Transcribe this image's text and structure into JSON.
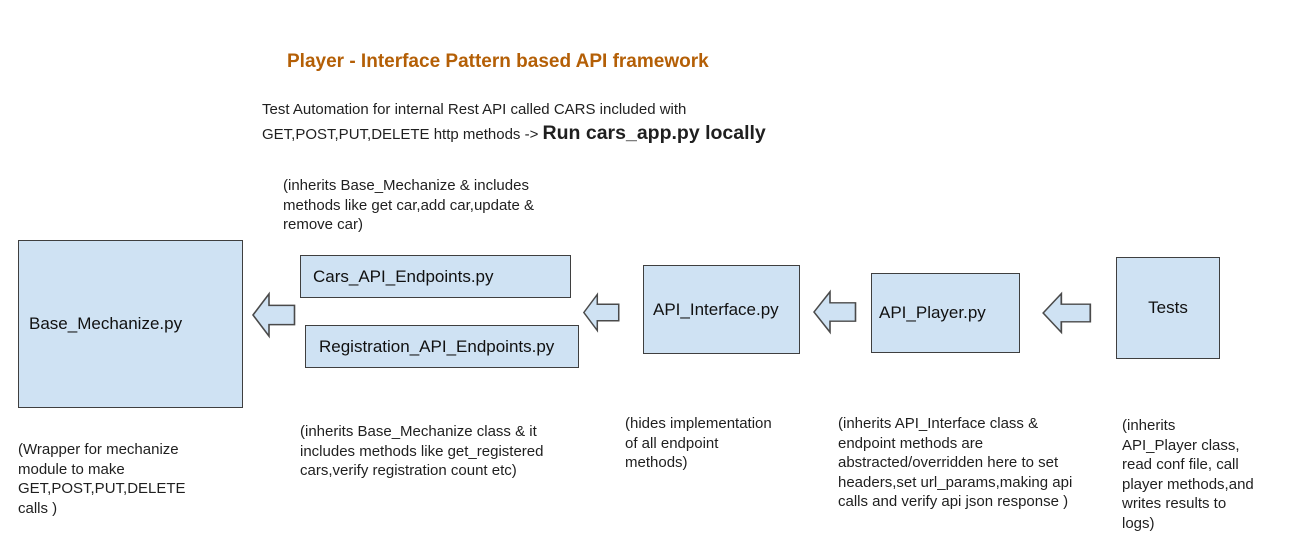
{
  "title": "Player - Interface Pattern based API framework",
  "subtitle": {
    "line1": "Test Automation for internal Rest API called CARS included with",
    "line2_prefix": "GET,POST,PUT,DELETE http methods -> ",
    "line2_bold": "Run cars_app.py locally"
  },
  "colors": {
    "title_text": "#b45f06",
    "box_fill": "#cfe2f3",
    "box_border": "#3f3f3f",
    "body_text": "#1f1f1f",
    "background": "#ffffff"
  },
  "boxes": {
    "base_mechanize": {
      "label": "Base_Mechanize.py"
    },
    "cars_api_endpoints": {
      "label": "Cars_API_Endpoints.py"
    },
    "registration_api_endpoints": {
      "label": "Registration_API_Endpoints.py"
    },
    "api_interface": {
      "label": "API_Interface.py"
    },
    "api_player": {
      "label": "API_Player.py"
    },
    "tests": {
      "label": "Tests"
    }
  },
  "arrows": {
    "endpoints_to_base": {
      "direction": "left"
    },
    "interface_to_endpoints": {
      "direction": "left"
    },
    "player_to_interface": {
      "direction": "left"
    },
    "tests_to_player": {
      "direction": "left"
    }
  },
  "annotations": {
    "cars_endpoints_top": [
      "(inherits Base_Mechanize & includes",
      "methods like get car,add car,update &",
      "remove car)"
    ],
    "base_mechanize_bottom": [
      "(Wrapper for mechanize",
      "module to make",
      "GET,POST,PUT,DELETE",
      "calls )"
    ],
    "endpoints_bottom": [
      "(inherits Base_Mechanize class & it",
      "includes methods like get_registered",
      "cars,verify registration count etc)"
    ],
    "api_interface_bottom": [
      "(hides implementation",
      "of all endpoint",
      "methods)"
    ],
    "api_player_bottom": [
      "(inherits API_Interface class &",
      "endpoint methods are",
      "abstracted/overridden here to set",
      "headers,set url_params,making api",
      "calls and verify api json response )"
    ],
    "tests_bottom": [
      "(inherits",
      "API_Player class,",
      "read conf file, call",
      "player methods,and",
      "writes results to",
      "logs)"
    ]
  }
}
